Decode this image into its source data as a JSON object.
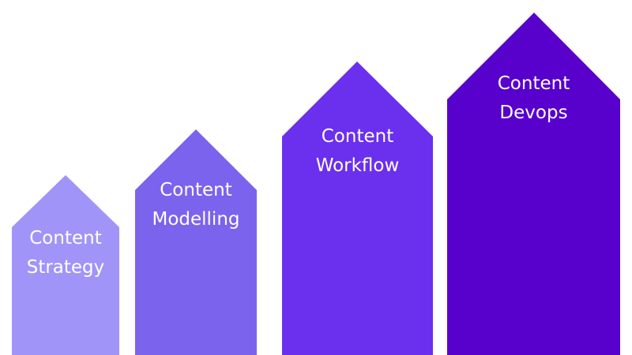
{
  "steps": [
    {
      "line1": "Content",
      "line2": "Strategy",
      "color": "#a094f8"
    },
    {
      "line1": "Content",
      "line2": "Modelling",
      "color": "#7b63ee"
    },
    {
      "line1": "Content",
      "line2": "Workflow",
      "color": "#6b2fee"
    },
    {
      "line1": "Content",
      "line2": "Devops",
      "color": "#5800cc"
    }
  ]
}
